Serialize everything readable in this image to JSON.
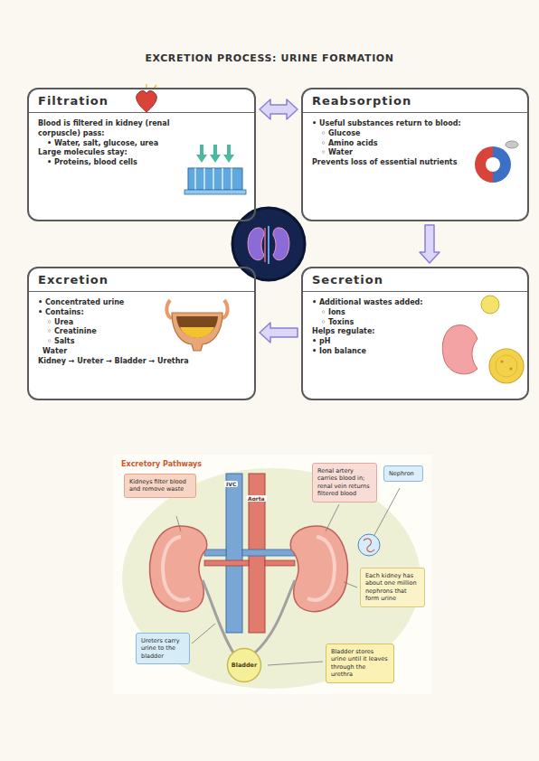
{
  "diagram": {
    "title": "EXCRETION PROCESS: URINE FORMATION",
    "nodes": [
      {
        "text": [
          "Filtration",
          "Blood is filtered in kidney (renal corpuscle) pass:",
          "• Water, salt, glucose, urea",
          "Large molecules stay:",
          "• Proteins, blood cells"
        ]
      },
      {
        "text": [
          "Reabsorption",
          "• Useful substances return to blood:",
          "◦ Glucose",
          "◦ Amino acids",
          "◦ Water",
          "Prevents loss of essential nutrients"
        ]
      },
      {
        "text": [
          "Excretion",
          "• Concentrated urine",
          "• Contains:",
          "◦ Urea",
          "◦ Creatinine",
          "◦ Salts",
          "Water",
          "Kidney → Ureter → Bladder → Urethra"
        ]
      },
      {
        "text": [
          "Secretion",
          "• Additional wastes added:",
          "◦ Ions",
          "◦ Toxins",
          "Helps regulate:",
          "• pH",
          "• Ion balance"
        ]
      },
      {
        "text": [
          "Kidneys filter blood and remove waste"
        ]
      },
      {
        "text": [
          "Renal artery carries blood in; renal vein returns filtered blood"
        ]
      },
      {
        "text": [
          "Nephron"
        ]
      },
      {
        "text": [
          "Each kidney has about one million nephrons that form urine"
        ]
      },
      {
        "text": [
          "Ureters carry urine to the bladder"
        ]
      },
      {
        "text": [
          "Bladder"
        ]
      },
      {
        "text": [
          "Bladder stores urine until it leaves through the urethra"
        ]
      }
    ],
    "edges": [
      {
        "from": 0,
        "to": 1,
        "arrow": "both"
      },
      {
        "from": 1,
        "to": 3,
        "arrow": "to"
      },
      {
        "from": 3,
        "to": 2,
        "arrow": "to"
      }
    ],
    "labels": [
      "Excretory Pathways",
      "IVC",
      "Aorta"
    ]
  }
}
